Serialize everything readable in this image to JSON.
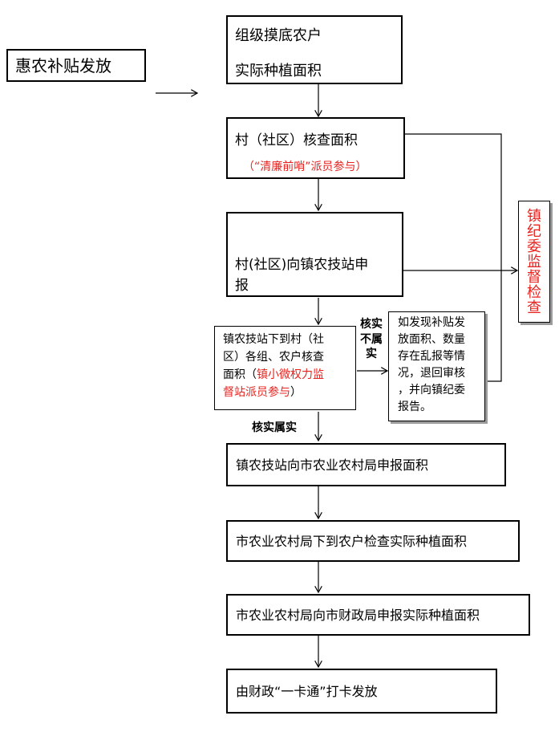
{
  "title": "惠农补贴发放",
  "steps": {
    "s1": {
      "line1": "组级摸底农户",
      "line2": "实际种植面积"
    },
    "s2": {
      "line1": "村（社区）核查面积",
      "note": "（“清廉前哨”派员参与）"
    },
    "s3": {
      "line1": "村(社区)向镇农技站申",
      "line2": "报"
    },
    "s4": {
      "l1": "镇农技站下到村（社",
      "l2": "区）各组、农户核查",
      "l3a": "面积（",
      "l3b": "镇小微权力监",
      "l4a": "督站派员参与",
      "l4b": "）"
    },
    "s5": "镇农技站向市农业农村局申报面积",
    "s6": "市农业农村局下到农户检查实际种植面积",
    "s7": "市农业农村局向市财政局申报实际种植面积",
    "s8": "由财政“一卡通”打卡发放"
  },
  "side": {
    "not_true": {
      "l1": "核实",
      "l2": "不属",
      "l3": "实"
    },
    "true_label": "核实属实",
    "exception": {
      "l1": "如发现补贴发",
      "l2": "放面积、数量",
      "l3": "存在乱报等情",
      "l4": "况，退回审核",
      "l5": "，并向镇纪委",
      "l6": "报告。"
    },
    "supervise": {
      "c1": "镇",
      "c2": "纪",
      "c3": "委",
      "c4": "监",
      "c5": "督",
      "c6": "检",
      "c7": "查"
    }
  },
  "colors": {
    "accent_red": "#e8231f",
    "shadow_gray": "#9b9b9b"
  }
}
